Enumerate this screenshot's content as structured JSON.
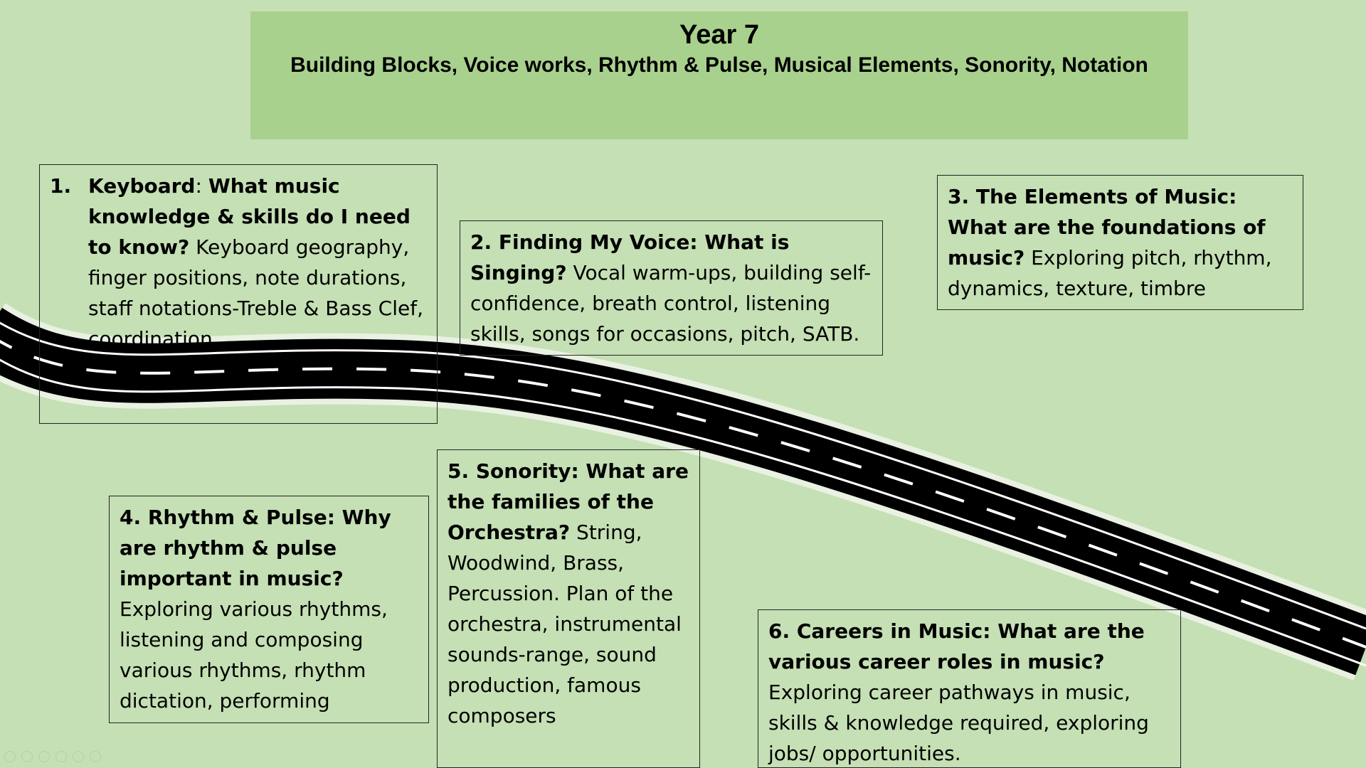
{
  "header": {
    "title": "Year 7",
    "subtitle": "Building Blocks, Voice works, Rhythm & Pulse, Musical Elements, Sonority, Notation"
  },
  "boxes": {
    "keyboard": {
      "number": "1.",
      "heading_strong": "Keyboard",
      "heading_colon": ": ",
      "question": "What music knowledge & skills do I need to know?",
      "body": " Keyboard geography, finger positions, note durations, staff notations-Treble & Bass Clef, coordination."
    },
    "voice": {
      "heading": "2. Finding My Voice: What is Singing?",
      "body": " Vocal warm-ups, building self-confidence, breath control, listening skills, songs for occasions, pitch, SATB."
    },
    "elements": {
      "heading": "3. The Elements of Music: What are the foundations of music?",
      "body": " Exploring pitch, rhythm, dynamics, texture, timbre"
    },
    "rhythm": {
      "heading": "4. Rhythm & Pulse: Why are rhythm & pulse important in music?",
      "body": " Exploring various rhythms, listening and composing various rhythms, rhythm dictation, performing rhythms"
    },
    "sonority": {
      "heading": "5. Sonority: What are the families of the Orchestra?",
      "body": " String, Woodwind, Brass, Percussion. Plan of the orchestra, instrumental sounds-range, sound production, famous composers"
    },
    "careers": {
      "heading": "6. Careers in Music: What are the various career roles in music?",
      "body": " Exploring career pathways in music, skills & knowledge required, exploring jobs/ opportunities."
    }
  },
  "colors": {
    "background": "#c5e0b4",
    "header_fill": "#a9d18e",
    "road": "#000000",
    "road_lines": "#ffffff"
  },
  "icons": {
    "road": "road-illustration",
    "slide_controls": [
      "prev-icon",
      "next-icon",
      "pen-icon",
      "view-icon",
      "zoom-icon",
      "more-icon"
    ]
  }
}
